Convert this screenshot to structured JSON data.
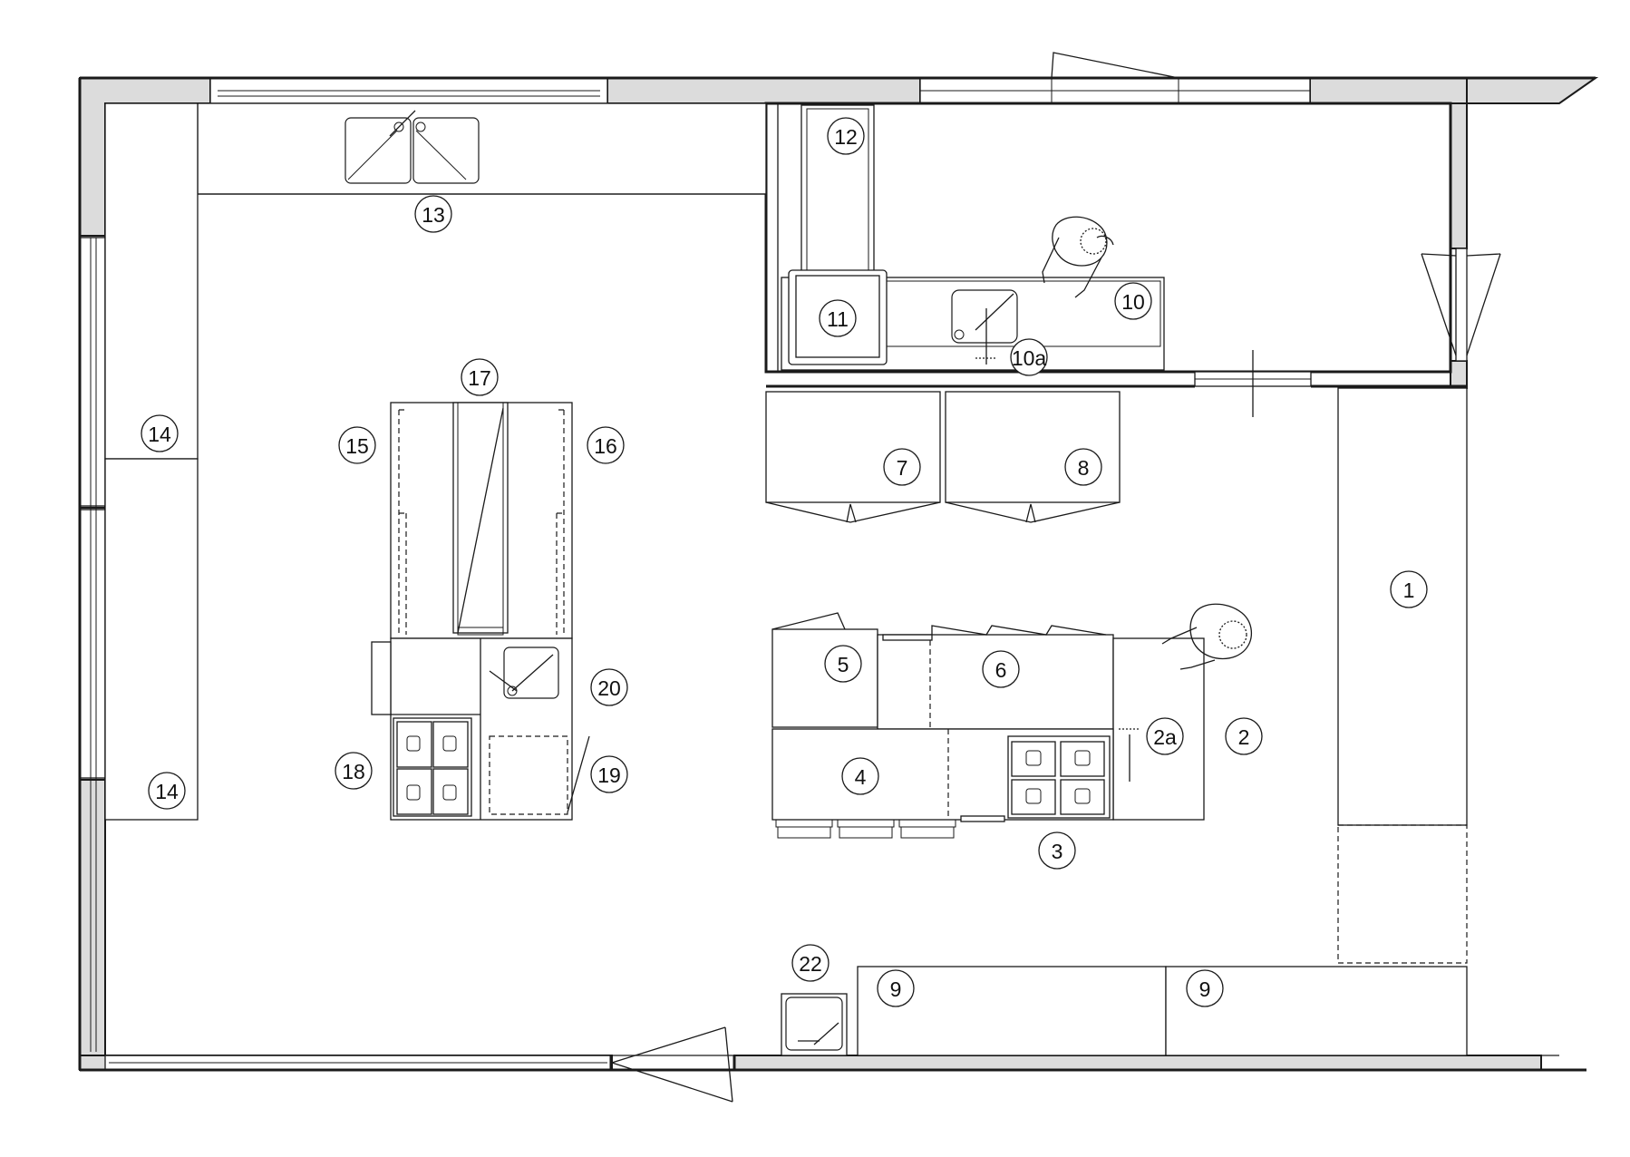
{
  "plan": {
    "labels": {
      "l1": "1",
      "l2": "2",
      "l2a": "2a",
      "l3": "3",
      "l4": "4",
      "l5": "5",
      "l6": "6",
      "l7": "7",
      "l8": "8",
      "l9a": "9",
      "l9b": "9",
      "l10": "10",
      "l10a": "10a",
      "l11": "11",
      "l12": "12",
      "l13": "13",
      "l14a": "14",
      "l14b": "14",
      "l15": "15",
      "l16": "16",
      "l17": "17",
      "l18": "18",
      "l19": "19",
      "l20": "20",
      "l22": "22"
    },
    "colors": {
      "wall_fill": "#dcdcdc",
      "line": "#1a1a1a"
    }
  }
}
